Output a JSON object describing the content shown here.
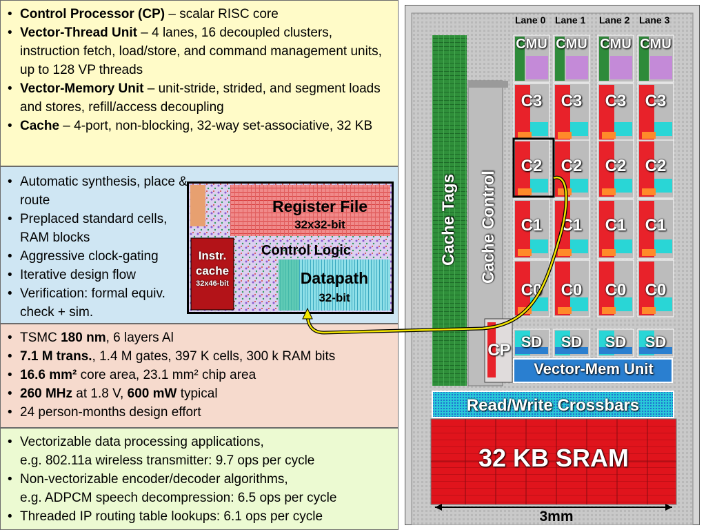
{
  "panel1": {
    "items": [
      {
        "bold": "Control Processor (CP)",
        "text": " – scalar RISC core"
      },
      {
        "bold": "Vector-Thread Unit",
        "text": " – 4 lanes, 16 decoupled clusters, instruction fetch, load/store, and command management units, up to 128 VP threads"
      },
      {
        "bold": "Vector-Memory Unit",
        "text": " – unit-stride, strided, and segment loads and stores, refill/access decoupling"
      },
      {
        "bold": "Cache",
        "text": " – 4-port, non-blocking, 32-way set-associative, 32 KB"
      }
    ]
  },
  "panel2": {
    "items": [
      "Automatic synthesis, place & route",
      "Preplaced standard cells, RAM blocks",
      "Aggressive clock-gating",
      "Iterative design flow",
      "Verification: formal equiv. check + sim."
    ]
  },
  "inset": {
    "register_file": "Register File",
    "register_file_size": "32x32-bit",
    "control_logic": "Control Logic",
    "instr": "Instr.",
    "cache": "cache",
    "cache_size": "32x46-bit",
    "datapath": "Datapath",
    "datapath_width": "32-bit"
  },
  "panel3": {
    "items": [
      {
        "pre": "TSMC ",
        "bold": "180 nm",
        "post": ", 6 layers Al"
      },
      {
        "pre": "",
        "bold": "7.1 M trans.",
        "post": ", 1.4 M gates, 397 K cells, 300 k RAM bits"
      },
      {
        "pre": "",
        "bold": "16.6 mm²",
        "post": " core area, 23.1 mm² chip area"
      },
      {
        "pre": "",
        "bold": "260 MHz",
        "post": " at 1.8 V, ",
        "bold2": "600 mW",
        "post2": " typical"
      },
      {
        "pre": "24 person-months design effort",
        "bold": "",
        "post": ""
      }
    ]
  },
  "panel4": {
    "items": [
      {
        "l1": "Vectorizable data processing applications,",
        "l2": "e.g. 802.11a wireless transmitter: 9.7 ops per cycle"
      },
      {
        "l1": "Non-vectorizable encoder/decoder algorithms,",
        "l2": "e.g. ADPCM speech decompression: 6.5 ops per cycle"
      },
      {
        "l1": "Threaded IP routing table lookups: 6.1 ops per cycle",
        "l2": ""
      }
    ]
  },
  "die": {
    "lanes": [
      "Lane 0",
      "Lane 1",
      "Lane 2",
      "Lane 3"
    ],
    "cmu": "CMU",
    "c3": "C3",
    "c2": "C2",
    "c1": "C1",
    "c0": "C0",
    "sd": "SD",
    "cp": "CP",
    "cache_tags": "Cache Tags",
    "cache_control": "Cache Control",
    "vmu": "Vector-Mem Unit",
    "crossbars": "Read/Write Crossbars",
    "sram": "32 KB SRAM",
    "scale": "3mm"
  },
  "colors": {
    "cluster_red": "#e8222a",
    "cmu_green": "#2e8b3a",
    "cache_tags_green": "#2f8f3a",
    "cyan": "#29d6d6",
    "sram_red": "#e0141c",
    "yellow_wire": "#f4e600"
  }
}
